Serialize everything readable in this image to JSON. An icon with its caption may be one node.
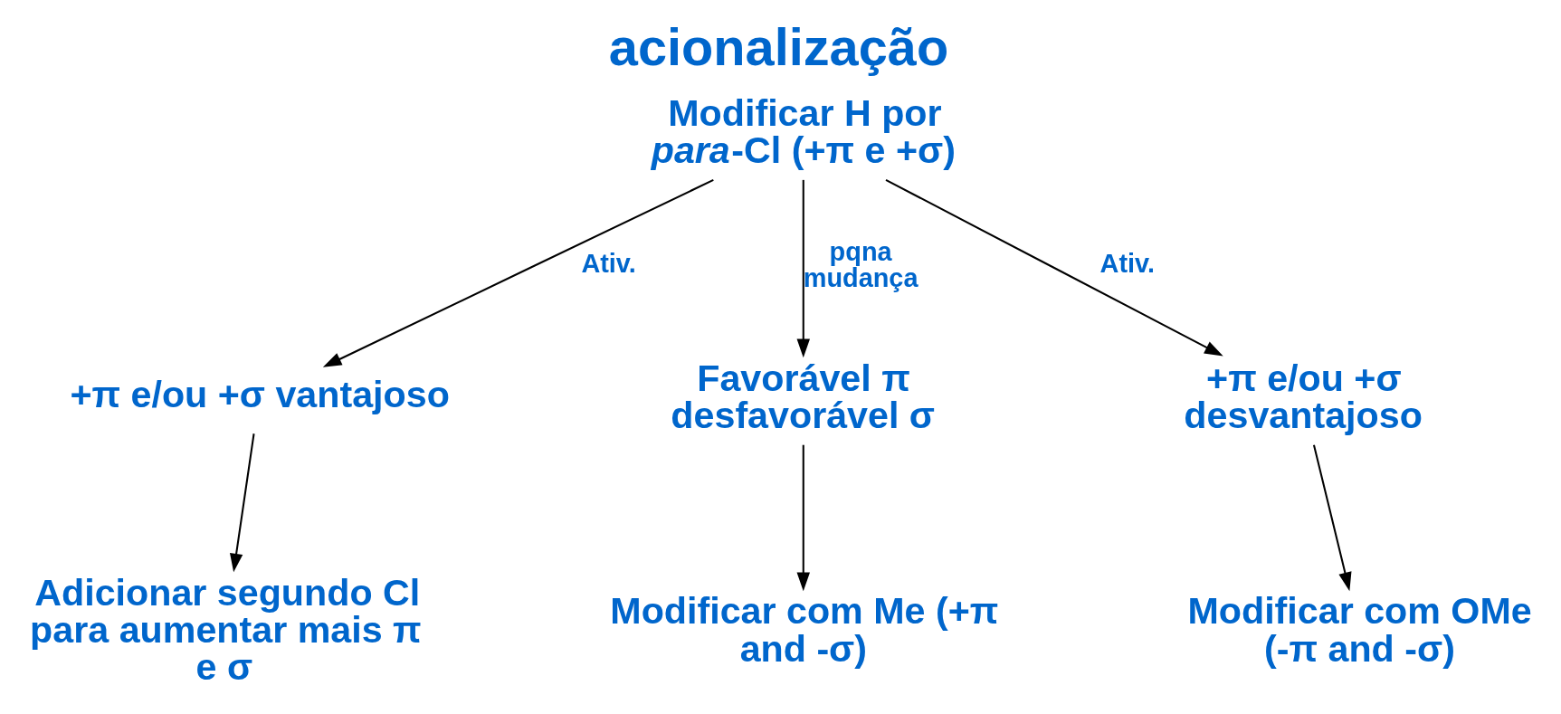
{
  "diagram": {
    "title": "acionalização",
    "nodes": [
      {
        "text": [
          "Modificar H por *para*-Cl (+π e +σ)"
        ]
      },
      {
        "text": [
          "+π e/ou +σ vantajoso"
        ]
      },
      {
        "text": [
          "Favorável π desfavorável σ"
        ]
      },
      {
        "text": [
          "+π e/ou +σ desvantajoso"
        ]
      },
      {
        "text": [
          "Adicionar segundo Cl para aumentar mais π e σ"
        ]
      },
      {
        "text": [
          "Modificar com Me (+π and -σ)"
        ]
      },
      {
        "text": [
          "Modificar com OMe (-π and -σ)"
        ]
      }
    ],
    "edges": [
      {
        "from": 0,
        "to": 1,
        "arrow": "to",
        "label": "Ativ."
      },
      {
        "from": 0,
        "to": 2,
        "arrow": "to",
        "label": "pqna mudança"
      },
      {
        "from": 0,
        "to": 3,
        "arrow": "to",
        "label": "Ativ."
      },
      {
        "from": 1,
        "to": 4,
        "arrow": "to"
      },
      {
        "from": 2,
        "to": 5,
        "arrow": "to"
      },
      {
        "from": 3,
        "to": 6,
        "arrow": "to"
      }
    ]
  }
}
